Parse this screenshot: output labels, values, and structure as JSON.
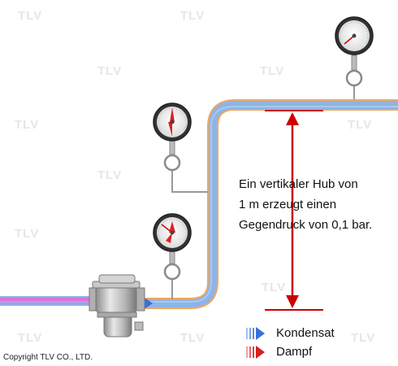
{
  "annotation": {
    "lines": [
      "Ein vertikaler Hub von",
      "1 m erzeugt einen",
      "Gegendruck von 0,1 bar."
    ]
  },
  "legend": {
    "condensate_label": "Kondensat",
    "steam_label": "Dampf",
    "condensate_color": "#3a6fd8",
    "steam_color": "#d32020"
  },
  "copyright": "Copyright TLV CO., LTD.",
  "watermark": "TLV",
  "colors": {
    "pipe_blue": "#8cb4e6",
    "pipe_orange": "#f0a860",
    "pipe_pink": "#e070d8",
    "arrow_red": "#cc0000"
  }
}
